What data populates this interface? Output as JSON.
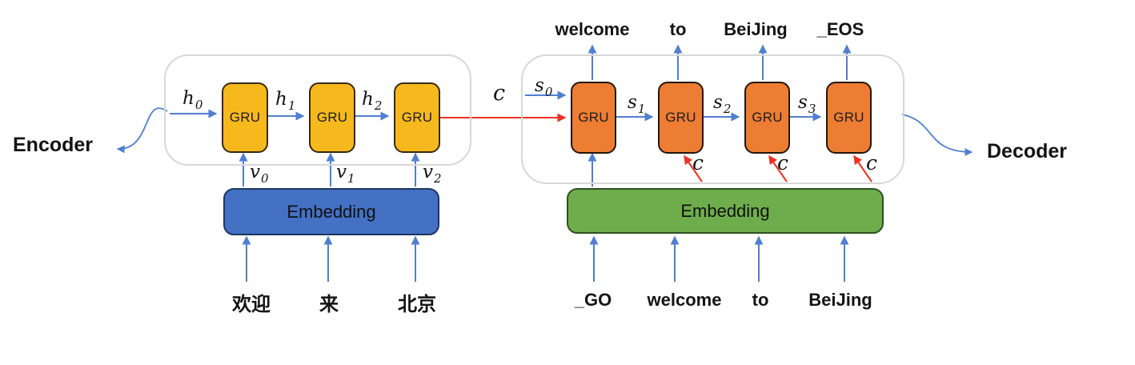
{
  "diagram": {
    "encoder": {
      "label": "Encoder",
      "units": [
        {
          "label": "GRU"
        },
        {
          "label": "GRU"
        },
        {
          "label": "GRU"
        }
      ],
      "hidden_states": [
        {
          "base": "h",
          "sub": "0"
        },
        {
          "base": "h",
          "sub": "1"
        },
        {
          "base": "h",
          "sub": "2"
        }
      ],
      "input_vectors": [
        {
          "base": "v",
          "sub": "0"
        },
        {
          "base": "v",
          "sub": "1"
        },
        {
          "base": "v",
          "sub": "2"
        }
      ],
      "embedding": {
        "label": "Embedding"
      },
      "inputs": [
        {
          "text": "欢迎"
        },
        {
          "text": "来"
        },
        {
          "text": "北京"
        }
      ]
    },
    "context": {
      "label": "c"
    },
    "decoder": {
      "label": "Decoder",
      "units": [
        {
          "label": "GRU"
        },
        {
          "label": "GRU"
        },
        {
          "label": "GRU"
        },
        {
          "label": "GRU"
        }
      ],
      "initial_state": {
        "base": "s",
        "sub": "0"
      },
      "states": [
        {
          "base": "s",
          "sub": "1"
        },
        {
          "base": "s",
          "sub": "2"
        },
        {
          "base": "s",
          "sub": "3"
        }
      ],
      "context_inputs": [
        {
          "label": "c"
        },
        {
          "label": "c"
        },
        {
          "label": "c"
        }
      ],
      "embedding": {
        "label": "Embedding"
      },
      "inputs": [
        {
          "text": "_GO"
        },
        {
          "text": "welcome"
        },
        {
          "text": "to"
        },
        {
          "text": "BeiJing"
        }
      ],
      "outputs": [
        {
          "text": "welcome"
        },
        {
          "text": "to"
        },
        {
          "text": "BeiJing"
        },
        {
          "text": "_EOS"
        }
      ]
    },
    "colors": {
      "encoder_unit": "#f6b91d",
      "decoder_unit": "#ec7d33",
      "encoder_embedding": "#4471c4",
      "decoder_embedding": "#6fad4c",
      "arrow_blue": "#4f7fd0",
      "arrow_red": "#f03020",
      "frame_border": "#d8d8d8"
    }
  }
}
